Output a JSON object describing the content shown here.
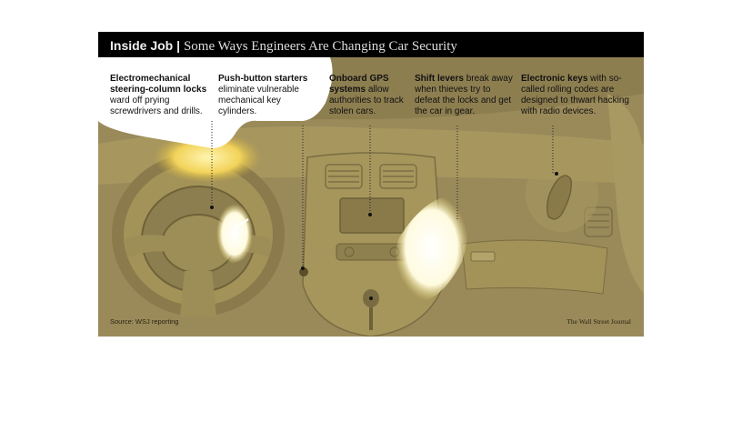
{
  "title": "Inside Job",
  "separator": "|",
  "subtitle": "Some Ways Engineers Are Changing Car Security",
  "callouts": [
    {
      "head": "Electromechanical steering-column locks",
      "body": "ward off prying screwdrivers and drills."
    },
    {
      "head": "Push-button starters",
      "body": "eliminate vulnerable mechanical key cylinders."
    },
    {
      "head": "Onboard GPS systems",
      "body": "allow authorities to track stolen cars."
    },
    {
      "head": "Shift levers",
      "body": "break away when thieves try to defeat the locks and get the car in gear."
    },
    {
      "head": "Electronic keys",
      "body": "with so-called rolling codes are designed to thwart hacking with radio devices."
    }
  ],
  "source": "Source: WSJ reporting",
  "credit": "The Wall Street Journal",
  "colors": {
    "background": "#9a8a5a",
    "titlebar": "#000000",
    "highlight": "#fff7c0"
  }
}
